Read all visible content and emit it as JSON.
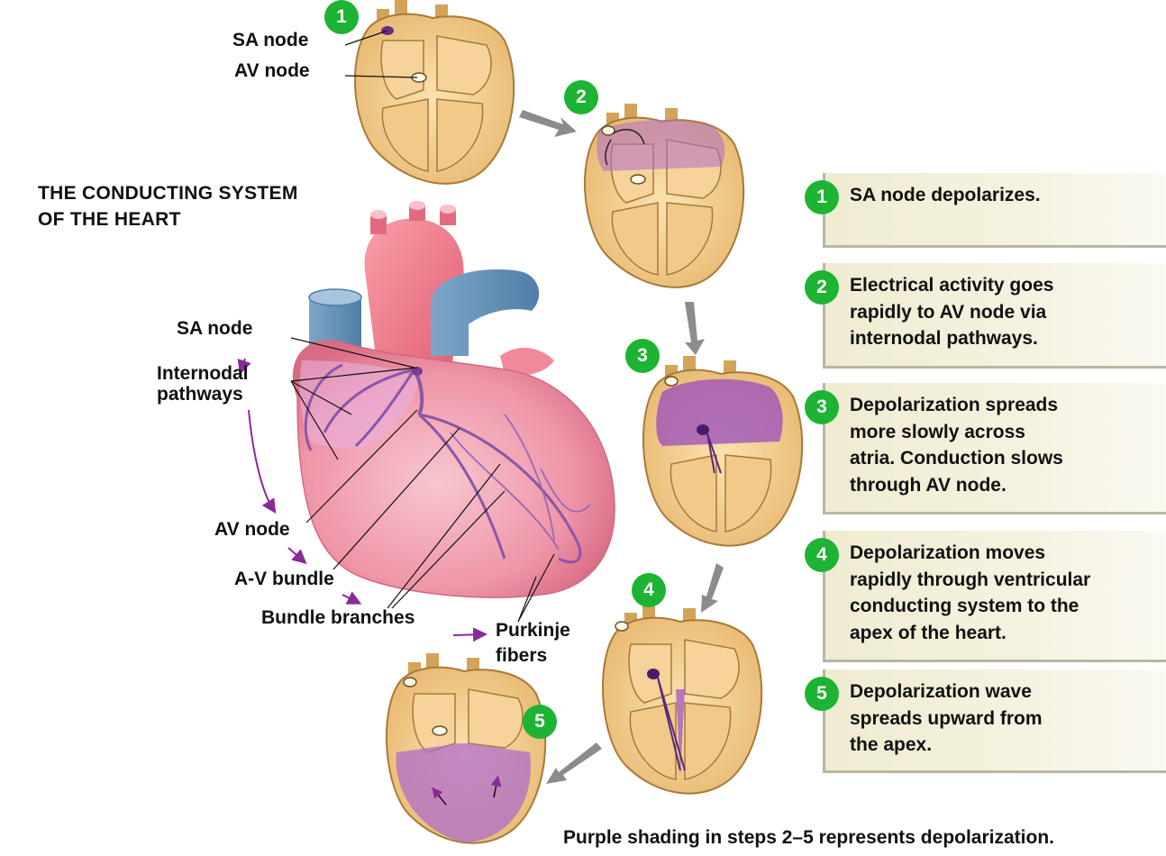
{
  "title": {
    "line1": "THE CONDUCTING SYSTEM",
    "line2": "OF THE HEART"
  },
  "top_heart_labels": {
    "sa_node": "SA node",
    "av_node": "AV node"
  },
  "main_heart_labels": {
    "sa_node": "SA node",
    "internodal_1": "Internodal",
    "internodal_2": "pathways",
    "av_node": "AV node",
    "av_bundle": "A-V bundle",
    "bundle_branches": "Bundle branches",
    "purkinje_1": "Purkinje",
    "purkinje_2": "fibers"
  },
  "heart_badges": [
    "1",
    "2",
    "3",
    "4",
    "5"
  ],
  "steps": [
    {
      "num": "1",
      "lines": [
        "SA node depolarizes."
      ]
    },
    {
      "num": "2",
      "lines": [
        "Electrical activity goes",
        "rapidly to AV node via",
        "internodal pathways."
      ]
    },
    {
      "num": "3",
      "lines": [
        "Depolarization spreads",
        "more slowly across",
        "atria. Conduction slows",
        "through AV node."
      ]
    },
    {
      "num": "4",
      "lines": [
        "Depolarization moves",
        "rapidly through ventricular",
        "conducting system to the",
        "apex of the heart."
      ]
    },
    {
      "num": "5",
      "lines": [
        "Depolarization wave",
        "spreads upward from",
        "the apex."
      ]
    }
  ],
  "footer": "Purple shading in steps 2–5 represents depolarization.",
  "colors": {
    "badge_green": "#1db333",
    "depolarization_purple": "#a45cc0",
    "panel_bg": "#f2eed6",
    "heart_pink": "#ef8fa4"
  }
}
